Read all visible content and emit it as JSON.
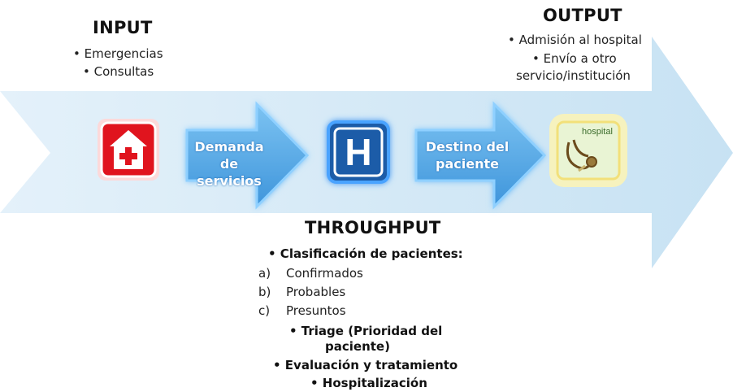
{
  "input": {
    "title": "INPUT",
    "items": [
      "• Emergencias",
      "• Consultas"
    ]
  },
  "output": {
    "title": "OUTPUT",
    "items": [
      "• Admisión al hospital",
      "• Envío a otro",
      "servicio/institución"
    ]
  },
  "flow": {
    "arrow1_lines": [
      "Demanda",
      "de servicios"
    ],
    "arrow2_lines": [
      "Destino del",
      "paciente"
    ],
    "hospital_icon_letter": "H",
    "output_icon_label": "hospital",
    "icons": [
      "hospital-house-cross-icon",
      "hospital-h-sign-icon",
      "stethoscope-icon"
    ]
  },
  "throughput": {
    "title": "THROUGHPUT",
    "classification": "• Clasificación de pacientes:",
    "sub_items": [
      {
        "marker": "a)",
        "label": "Confirmados"
      },
      {
        "marker": "b)",
        "label": "Probables"
      },
      {
        "marker": "c)",
        "label": "Presuntos"
      }
    ],
    "triage_lines": [
      "• Triage  (Prioridad del",
      "paciente)"
    ],
    "evaluation": "• Evaluación y tratamiento",
    "hospitalization": "• Hospitalización"
  },
  "colors": {
    "big_arrow": "#d3e8f5",
    "small_arrow_fill": "#5aaeea",
    "red_icon": "#e0141e",
    "blue_icon": "#1a5ca8",
    "yellow_glow": "#f2e07a"
  }
}
